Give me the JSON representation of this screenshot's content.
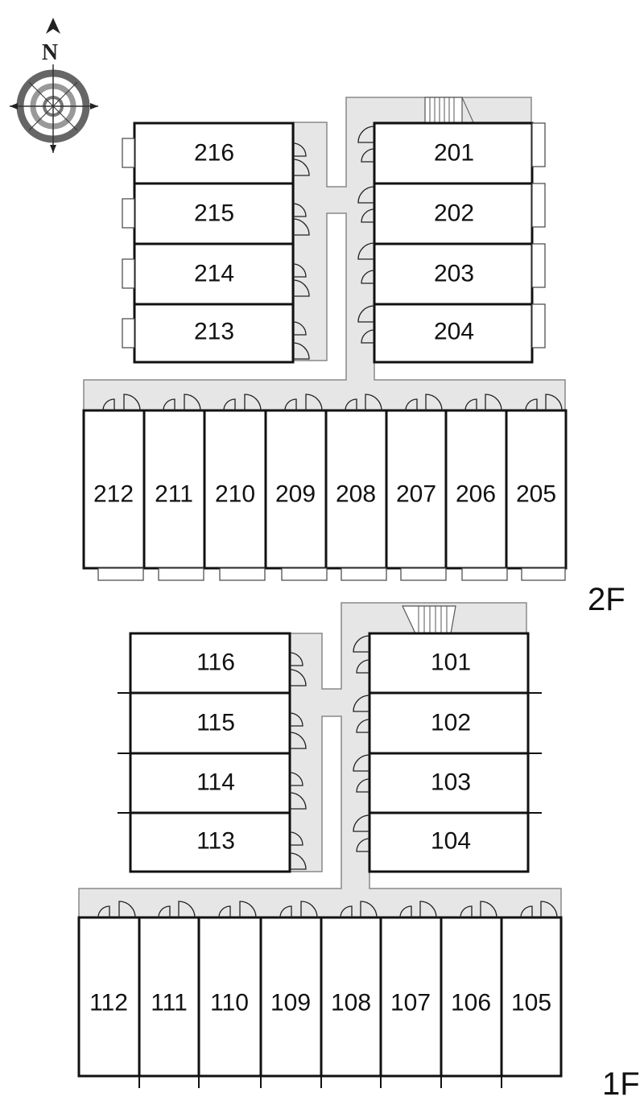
{
  "compass": {
    "north_label": "N",
    "icon": "compass-rose-icon"
  },
  "floors": [
    {
      "label": "2F",
      "corridor_color": "#e6e6e6",
      "units_west_stack": [
        "216",
        "215",
        "214",
        "213"
      ],
      "units_east_stack": [
        "201",
        "202",
        "203",
        "204"
      ],
      "units_south_row": [
        "212",
        "211",
        "210",
        "209",
        "208",
        "207",
        "206",
        "205"
      ]
    },
    {
      "label": "1F",
      "corridor_color": "#e6e6e6",
      "units_west_stack": [
        "116",
        "115",
        "114",
        "113"
      ],
      "units_east_stack": [
        "101",
        "102",
        "103",
        "104"
      ],
      "units_south_row": [
        "112",
        "111",
        "110",
        "109",
        "108",
        "107",
        "106",
        "105"
      ]
    }
  ]
}
